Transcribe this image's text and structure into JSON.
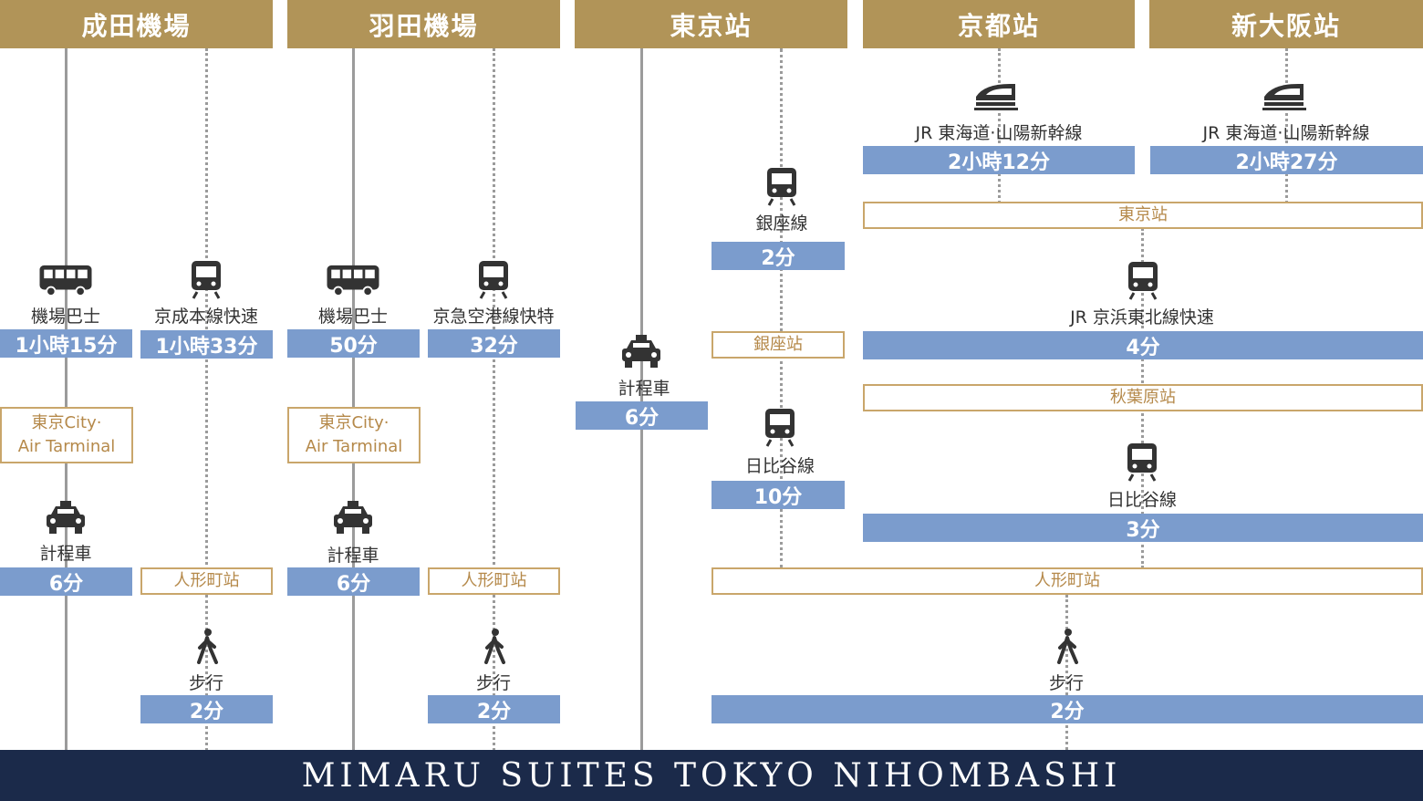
{
  "origins": {
    "narita": "成田機場",
    "haneda": "羽田機場",
    "tokyo": "東京站",
    "kyoto": "京都站",
    "shinosaka": "新大阪站"
  },
  "routes": {
    "narita_bus": {
      "mode": "機場巴士",
      "time": "1小時15分",
      "stop": "東京City·\nAir Tarminal",
      "mode2": "計程車",
      "time2": "6分"
    },
    "narita_rail": {
      "mode": "京成本線快速",
      "time": "1小時33分",
      "stop": "人形町站",
      "mode2": "步行",
      "time2": "2分"
    },
    "haneda_bus": {
      "mode": "機場巴士",
      "time": "50分",
      "stop": "東京City·\nAir Tarminal",
      "mode2": "計程車",
      "time2": "6分"
    },
    "haneda_rail": {
      "mode": "京急空港線快特",
      "time": "32分",
      "stop": "人形町站",
      "mode2": "步行",
      "time2": "2分"
    },
    "tokyo_taxi": {
      "mode": "計程車",
      "time": "6分"
    },
    "tokyo_rail": {
      "mode": "銀座線",
      "time": "2分",
      "stop": "銀座站",
      "mode2": "日比谷線",
      "time2": "10分"
    },
    "kyoto_shinkansen": {
      "mode": "JR 東海道·山陽新幹線",
      "time": "2小時12分"
    },
    "shinosaka_shinkansen": {
      "mode": "JR 東海道·山陽新幹線",
      "time": "2小時27分"
    },
    "shinkansen_common": {
      "stop1": "東京站",
      "mode1": "JR 京浜東北線快速",
      "time1": "4分",
      "stop2": "秋葉原站",
      "mode2": "日比谷線",
      "time2": "3分"
    },
    "shared": {
      "stop": "人形町站",
      "mode": "步行",
      "time": "2分"
    }
  },
  "destination": "MIMARU SUITES TOKYO NIHOMBASHI",
  "colors": {
    "header": "#b19458",
    "time_box": "#7b9ccd",
    "stop_border": "#c9a66b",
    "footer": "#1b2a4a",
    "line": "#9b9b9b"
  },
  "icons": [
    "bus-icon",
    "train-icon",
    "taxi-icon",
    "walk-icon",
    "shinkansen-icon"
  ]
}
